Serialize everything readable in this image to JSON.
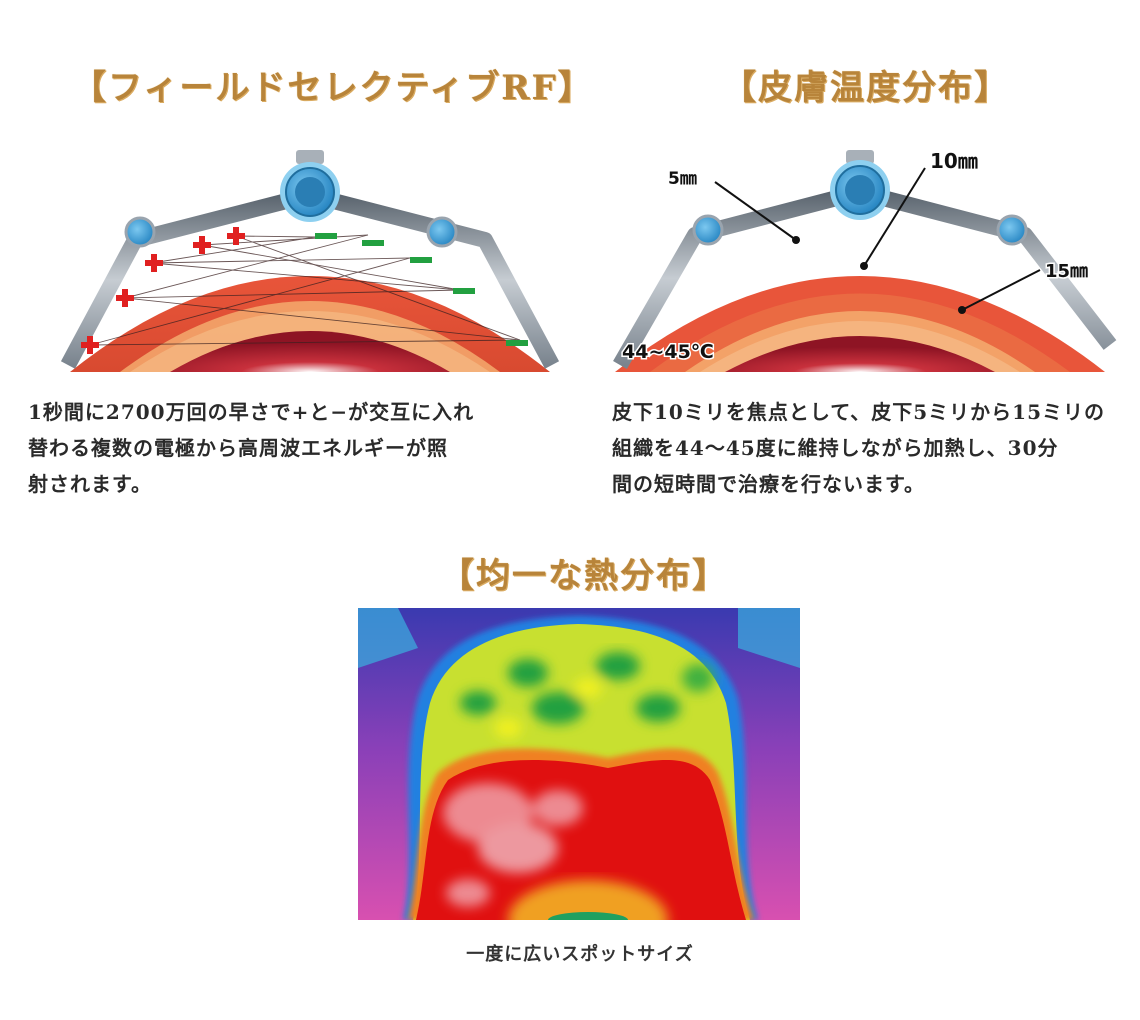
{
  "sections": [
    {
      "id": "field-selective-rf",
      "heading": "【フィールドセレクティブRF】",
      "diagram": {
        "plus_markers": [
          "+",
          "+",
          "+",
          "+",
          "+",
          "+"
        ],
        "minus_markers": [
          "−",
          "−",
          "−",
          "−",
          "−",
          "−"
        ]
      },
      "description_lines": [
        "1秒間に2700万回の早さで+と−が交互に入れ",
        "替わる複数の電極から高周波エネルギーが照",
        "射されます。"
      ]
    },
    {
      "id": "skin-temperature-distribution",
      "heading": "【皮膚温度分布】",
      "diagram": {
        "labels": {
          "depth_5": "5㎜",
          "depth_10": "10㎜",
          "depth_15": "15㎜",
          "temperature": "44~45℃"
        }
      },
      "description_lines": [
        "皮下10ミリを焦点として、皮下5ミリから15ミリの",
        "組織を44〜45度に維持しながら加熱し、30分",
        "間の短時間で治療を行ないます。"
      ]
    },
    {
      "id": "uniform-heat-distribution",
      "heading": "【均一な熱分布】",
      "caption": "一度に広いスポットサイズ"
    }
  ],
  "colors": {
    "heading_gold": "#b8843a",
    "body_text": "#2a2a2a",
    "tissue_red": "#e8553a",
    "fat_orange": "#f3a56a",
    "electrode_blue": "#3aa0d8",
    "applicator_gray": "#8a949e",
    "plus_red": "#e02020",
    "minus_green": "#22a040"
  }
}
